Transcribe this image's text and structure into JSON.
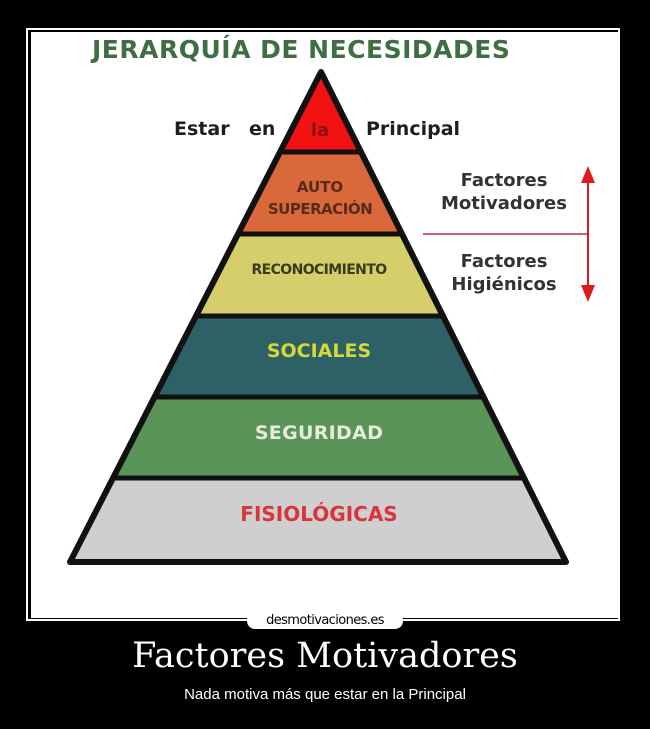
{
  "diagram": {
    "title": "JERARQUÍA DE NECESIDADES",
    "apex_caption": {
      "left": "Estar",
      "middle_left": "en",
      "inside": "la",
      "right": "Principal"
    },
    "layers": [
      {
        "label": "la",
        "color": "#f21212",
        "text_color": "#8a1010"
      },
      {
        "label_line1": "AUTO",
        "label_line2": "SUPERACIÓN",
        "color": "#d9683a",
        "text_color": "#5a2a18"
      },
      {
        "label": "RECONOCIMIENTO",
        "color": "#d4cf6a",
        "text_color": "#3a3a1a"
      },
      {
        "label": "SOCIALES",
        "color": "#2d6166",
        "text_color": "#d4d83a"
      },
      {
        "label": "SEGURIDAD",
        "color": "#5a9458",
        "text_color": "#e6ecdc"
      },
      {
        "label": "FISIOLÓGICAS",
        "color": "#cfcfcf",
        "text_color": "#d8343c"
      }
    ],
    "factors": {
      "upper_line1": "Factores",
      "upper_line2": "Motivadores",
      "lower_line1": "Factores",
      "lower_line2": "Higiénicos",
      "arrow_color": "#e01a1a",
      "divider_color": "#c86070"
    }
  },
  "watermark": "desmotivaciones.es",
  "caption": {
    "title": "Factores Motivadores",
    "subtitle": "Nada motiva más que estar en la Principal"
  },
  "colors": {
    "background": "#000000",
    "frame": "#ffffff",
    "title_green": "#3f6e43",
    "outline": "#111111"
  }
}
